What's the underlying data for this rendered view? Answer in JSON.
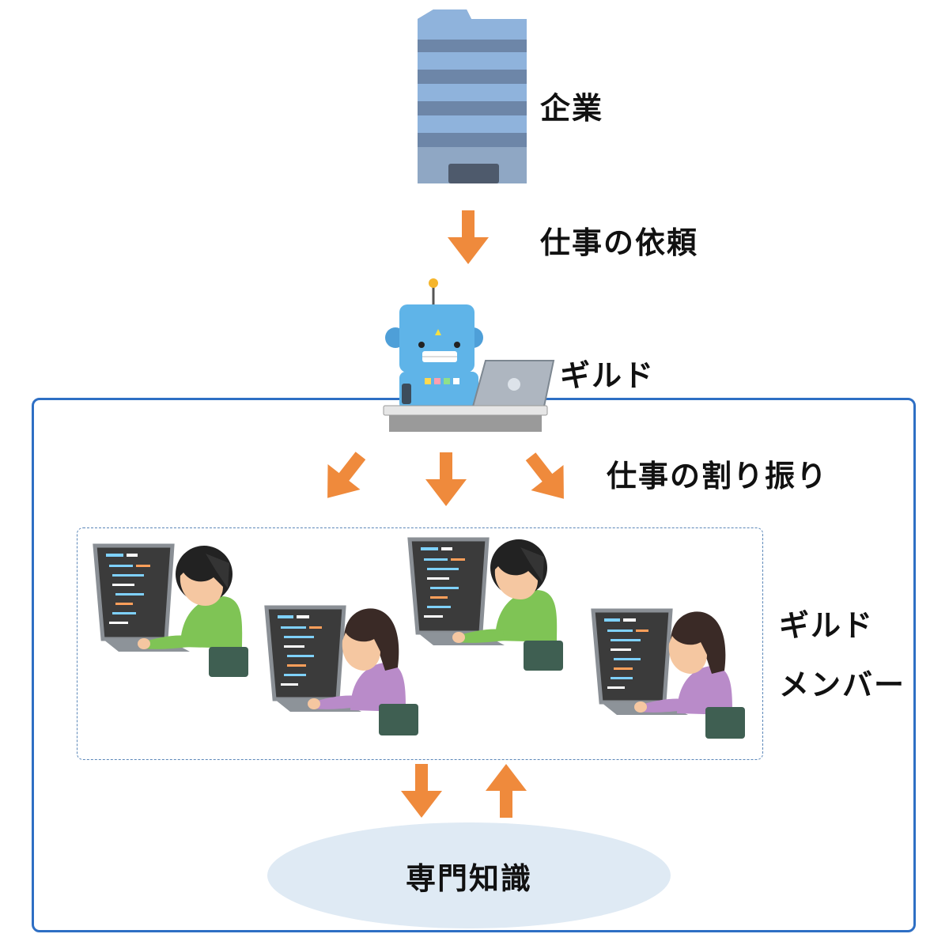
{
  "labels": {
    "company": "企業",
    "request": "仕事の依頼",
    "guild": "ギルド",
    "assign": "仕事の割り振り",
    "members_line1": "ギルド",
    "members_line2": "メンバー",
    "expertise": "専門知識"
  },
  "icons": {
    "building": "office-building-icon",
    "robot": "robot-with-laptop-icon",
    "member": "person-at-laptop-icon"
  },
  "colors": {
    "arrow": "#ef8a3c",
    "guild_border": "#2e6fc4",
    "ellipse_fill": "#dfeaf4",
    "building_stripe_light": "#8fb3dc",
    "building_stripe_dark": "#6d86a8",
    "robot_blue": "#5fb4e8",
    "shirt_green": "#7fc455",
    "shirt_purple": "#b98bc9"
  }
}
